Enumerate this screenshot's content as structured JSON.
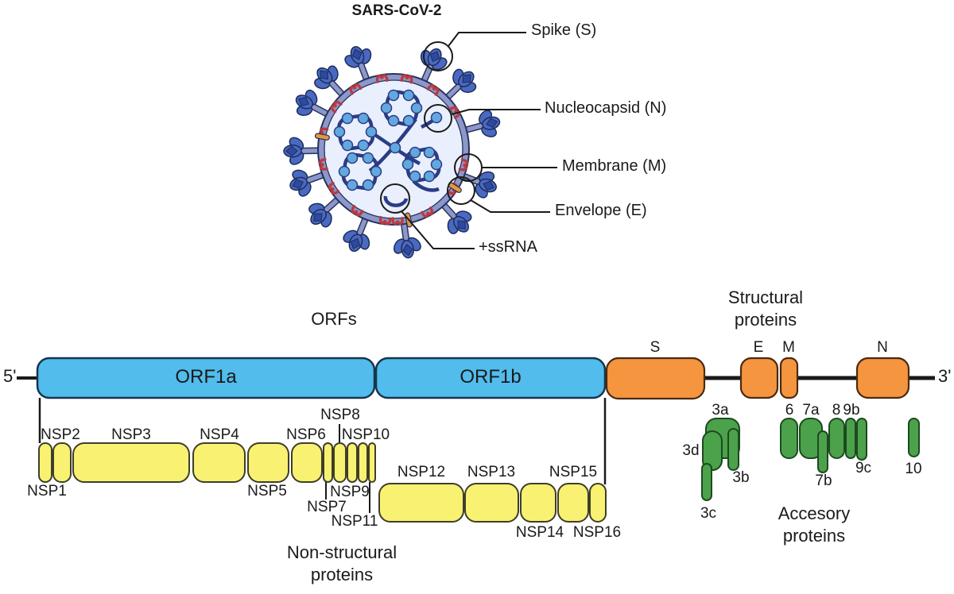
{
  "title": "SARS-CoV-2",
  "virion_labels": {
    "spike": "Spike (S)",
    "nucleocapsid": "Nucleocapsid (N)",
    "membrane": "Membrane (M)",
    "envelope": "Envelope (E)",
    "ssrna": "+ssRNA"
  },
  "section_titles": {
    "orfs": "ORFs",
    "structural": [
      "Structural",
      "proteins"
    ],
    "nonstructural": [
      "Non-structural",
      "proteins"
    ],
    "accessory": [
      "Accesory",
      "proteins"
    ]
  },
  "genome": {
    "five_prime": "5'",
    "three_prime": "3'",
    "orf1a": "ORF1a",
    "orf1b": "ORF1b",
    "structural": {
      "s": "S",
      "e": "E",
      "m": "M",
      "n": "N"
    },
    "nsps": {
      "nsp1": "NSP1",
      "nsp2": "NSP2",
      "nsp3": "NSP3",
      "nsp4": "NSP4",
      "nsp5": "NSP5",
      "nsp6": "NSP6",
      "nsp7": "NSP7",
      "nsp8": "NSP8",
      "nsp9": "NSP9",
      "nsp10": "NSP10",
      "nsp11": "NSP11",
      "nsp12": "NSP12",
      "nsp13": "NSP13",
      "nsp14": "NSP14",
      "nsp15": "NSP15",
      "nsp16": "NSP16"
    },
    "accessory": {
      "p3a": "3a",
      "p3b": "3b",
      "p3c": "3c",
      "p3d": "3d",
      "p6": "6",
      "p7a": "7a",
      "p7b": "7b",
      "p8": "8",
      "p9b": "9b",
      "p9c": "9c",
      "p10": "10"
    }
  },
  "palette": {
    "orf_blue": "#52BCEC",
    "structural_orange": "#F6953F",
    "nsp_yellow": "#F9F172",
    "accessory_green": "#4CA24A",
    "membrane_slate": "#8D97C9",
    "virion_interior": "#E9EFFC",
    "spike_blue": "#4A69C1",
    "rna_navy": "#2B3C86",
    "bead_blue": "#62A8DF",
    "m_protein_red": "#BC3A3E",
    "envelope_orange": "#E8973C",
    "outline_black": "#1A1A1A"
  }
}
